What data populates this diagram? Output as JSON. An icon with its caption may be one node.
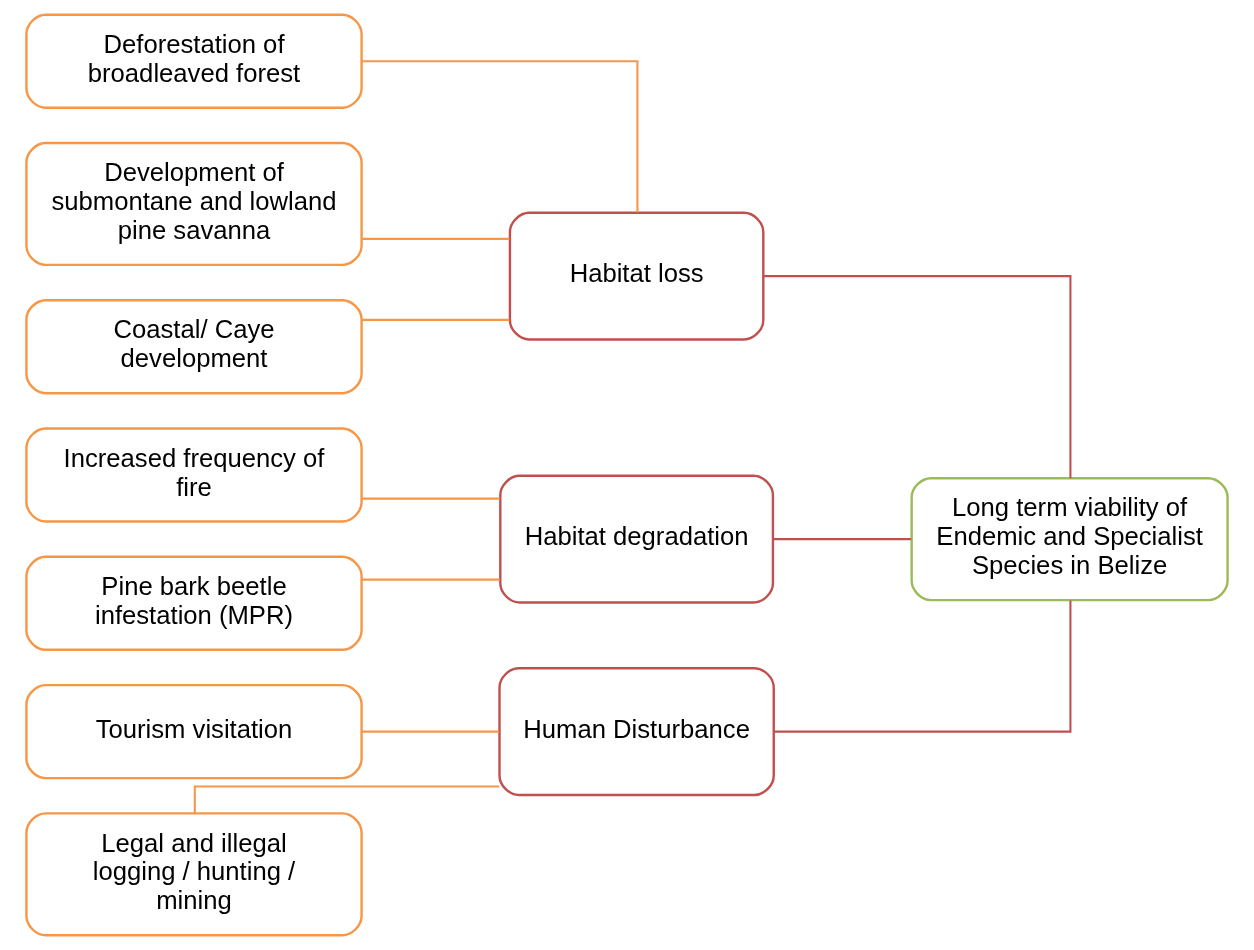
{
  "diagram": {
    "nodes": [
      {
        "text": [
          "Deforestation of broadleaved forest"
        ]
      },
      {
        "text": [
          "Development of submontane and lowland pine savanna"
        ]
      },
      {
        "text": [
          "Coastal/ Caye development"
        ]
      },
      {
        "text": [
          "Habitat loss"
        ]
      },
      {
        "text": [
          "Increased frequency of fire"
        ]
      },
      {
        "text": [
          "Pine bark beetle infestation (MPR)"
        ]
      },
      {
        "text": [
          "Habitat degradation"
        ]
      },
      {
        "text": [
          "Tourism visitation"
        ]
      },
      {
        "text": [
          "Legal and illegal logging / hunting / mining"
        ]
      },
      {
        "text": [
          "Human Disturbance"
        ]
      },
      {
        "text": [
          "Long term viability of Endemic and Specialist Species in Belize"
        ]
      }
    ],
    "edges": [
      {
        "from": 0,
        "to": 3,
        "arrow": "none"
      },
      {
        "from": 1,
        "to": 3,
        "arrow": "none"
      },
      {
        "from": 2,
        "to": 3,
        "arrow": "none"
      },
      {
        "from": 4,
        "to": 6,
        "arrow": "none"
      },
      {
        "from": 5,
        "to": 6,
        "arrow": "none"
      },
      {
        "from": 7,
        "to": 9,
        "arrow": "none"
      },
      {
        "from": 8,
        "to": 9,
        "arrow": "none"
      },
      {
        "from": 3,
        "to": 10,
        "arrow": "none",
        "color": "#c0504d"
      },
      {
        "from": 6,
        "to": 10,
        "arrow": "none",
        "color": "#c0504d"
      },
      {
        "from": 9,
        "to": 10,
        "arrow": "none",
        "color": "#c0504d"
      }
    ]
  }
}
